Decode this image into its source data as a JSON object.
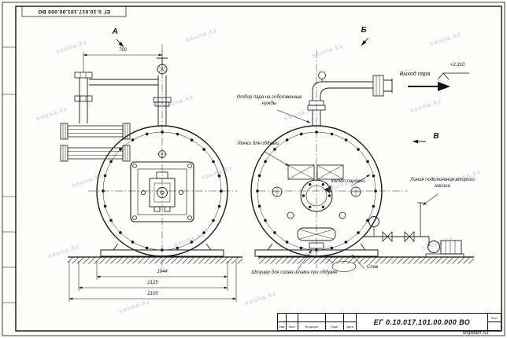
{
  "meta": {
    "inverted_stamp": "ЕГ 0.10.017.101.00.000 ВО",
    "format_label": "Формат А3",
    "watermark_text": "sauna.kz"
  },
  "view_labels": {
    "a": "А",
    "b": "Б",
    "v": "В"
  },
  "annotations": {
    "steam_outlet": "Выход пара",
    "elevation": "+2,310",
    "own_needs": "Отбор пара на собственные нужды",
    "blow_hatches": "Лючки для обдувки",
    "boiler": "Котёл паровой",
    "second_pump_line": "Линия подключения второго насоса",
    "sludge_fitting": "Штуцер для слива шлама при обдувке",
    "drain": "Слив"
  },
  "dimensions": {
    "top_width": "700",
    "inner_width": "1944",
    "mid_width": "2125",
    "overall_width": "2105"
  },
  "title_block": {
    "drawing_number": "ЕГ 0.10.017.101.00.000 ВО",
    "columns": [
      "Изм.",
      "Лист",
      "№ докум.",
      "Подп.",
      "Дата"
    ],
    "sheet_label": "Лист"
  }
}
